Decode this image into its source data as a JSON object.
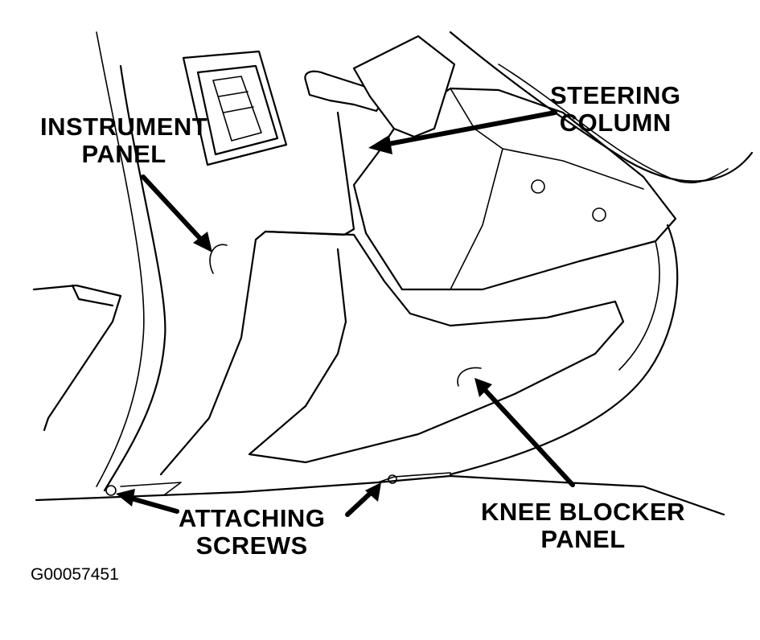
{
  "labels": {
    "steering_column": [
      "STEERING",
      "COLUMN"
    ],
    "instrument_panel": [
      "INSTRUMENT",
      "PANEL"
    ],
    "knee_blocker_panel": [
      "KNEE BLOCKER",
      "PANEL"
    ],
    "attaching_screws": [
      "ATTACHING",
      "SCREWS"
    ]
  },
  "figure_code": "G00057451",
  "colors": {
    "ink": "#000000",
    "paper": "#ffffff"
  }
}
